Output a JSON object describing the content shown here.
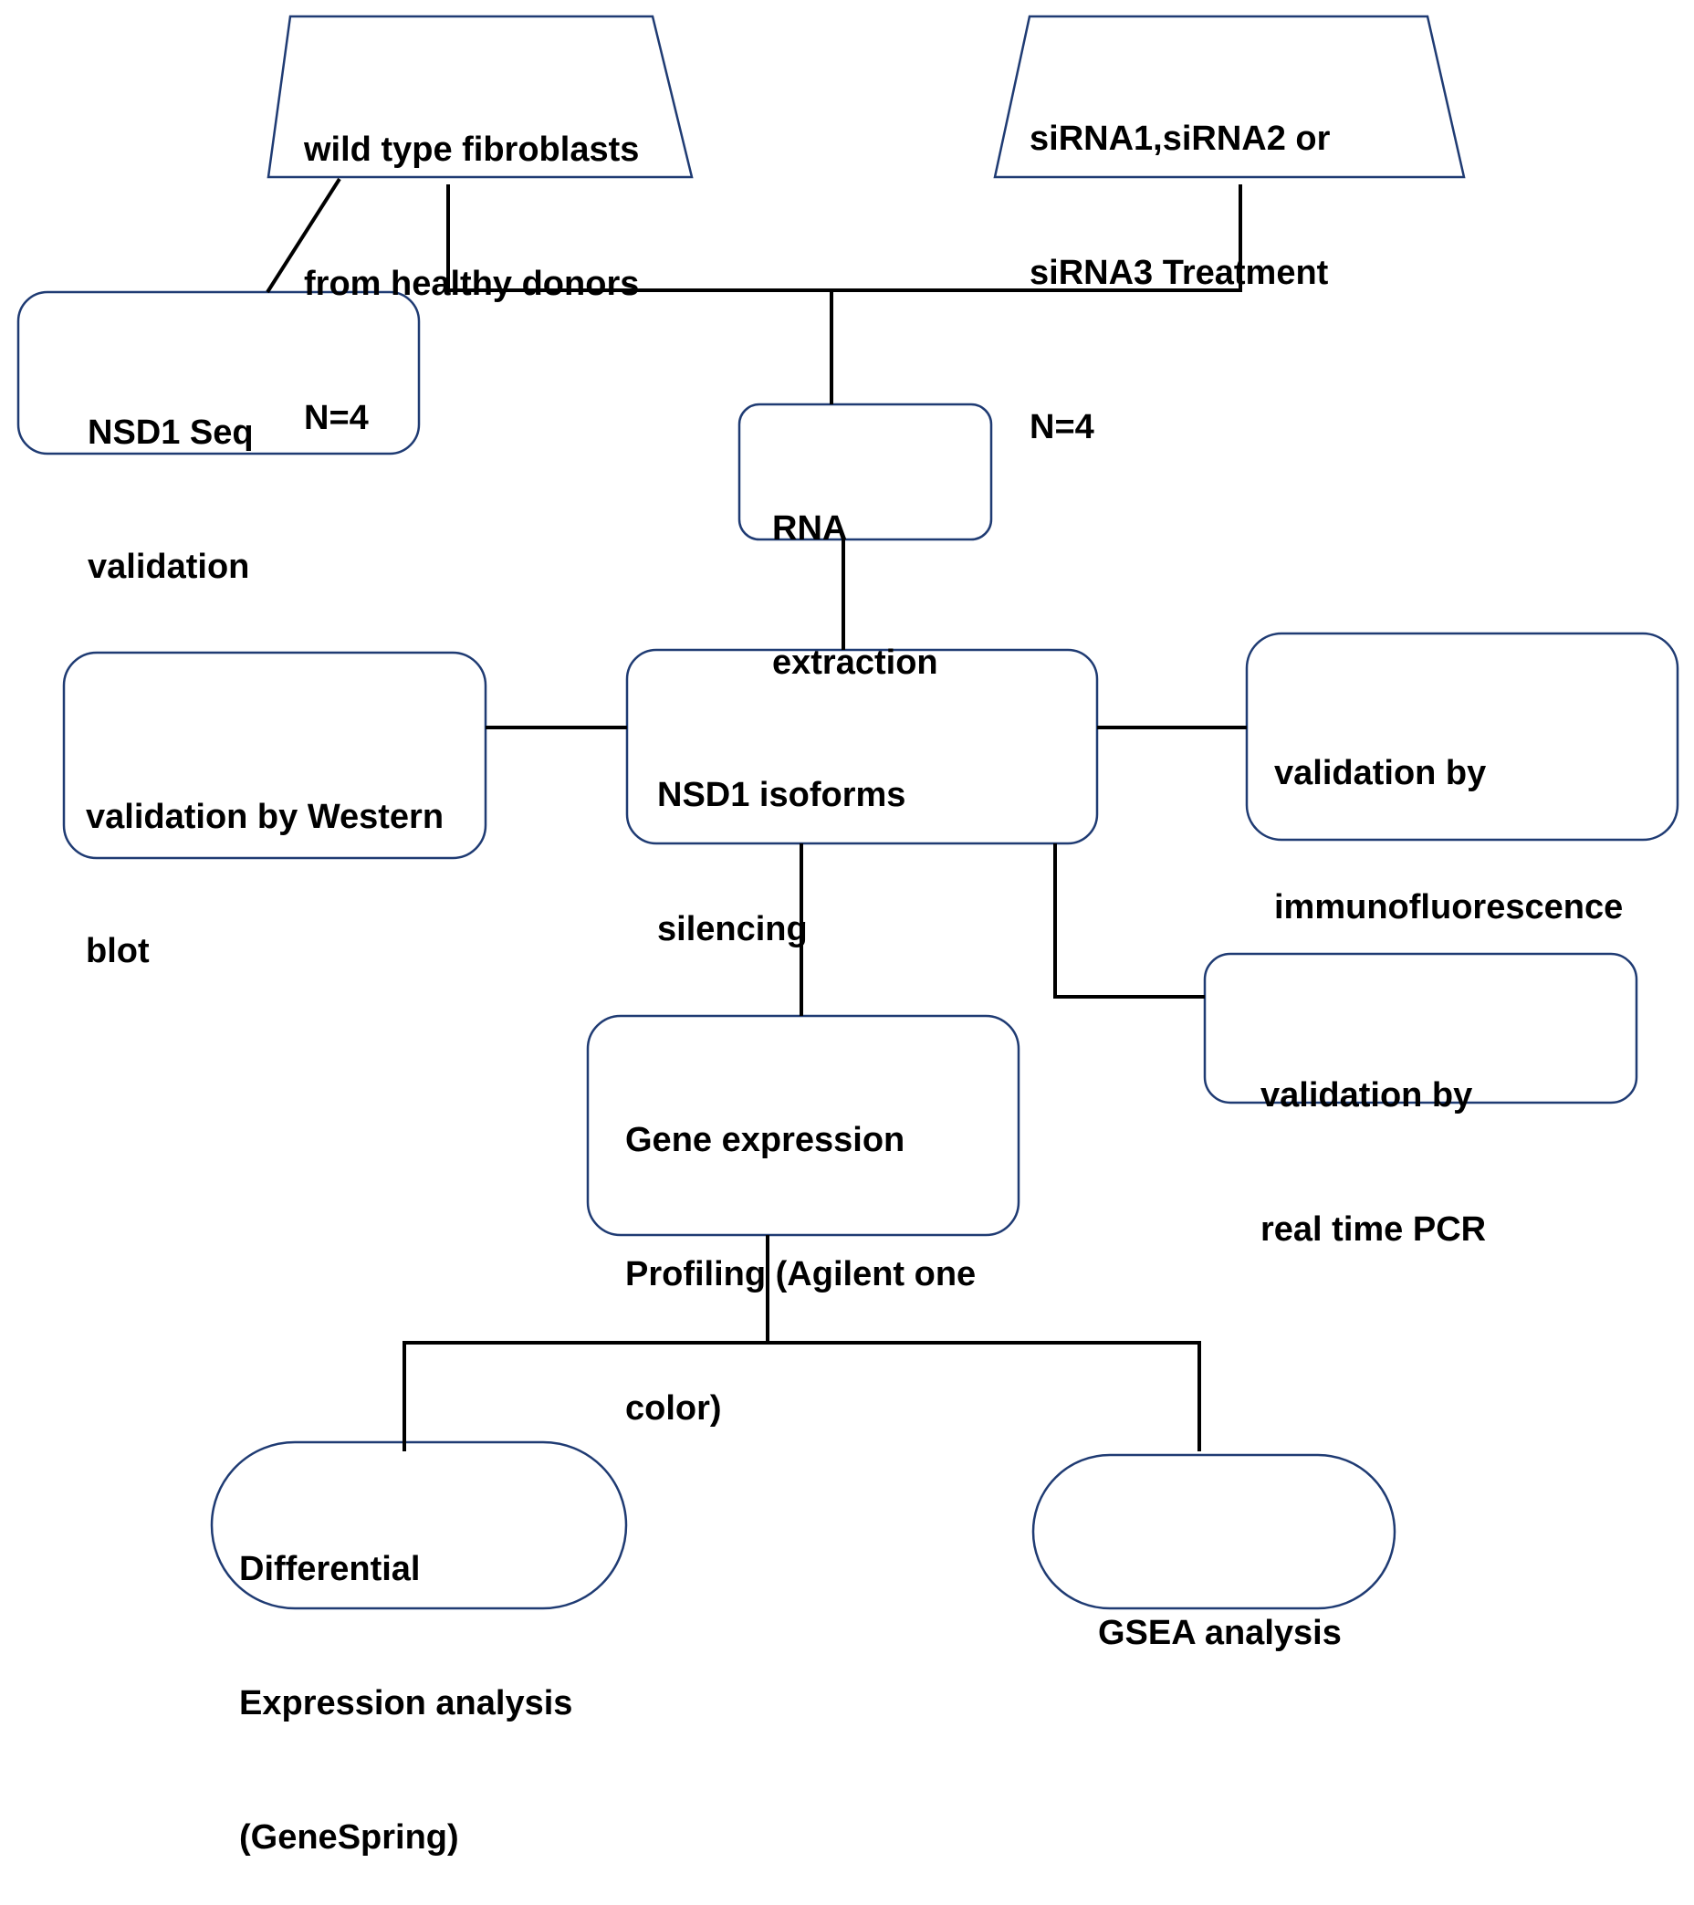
{
  "colors": {
    "node_border": "#1f3b73",
    "connector": "#000000",
    "background": "#ffffff",
    "text": "#000000"
  },
  "nodes": {
    "wild_type": {
      "lines": [
        "wild type fibroblasts",
        "from healthy donors",
        "N=4"
      ]
    },
    "sirna": {
      "lines": [
        "siRNA1,siRNA2 or",
        "siRNA3 Treatment",
        "N=4"
      ]
    },
    "nsd1_seq": {
      "lines": [
        "NSD1 Seq",
        "validation"
      ]
    },
    "rna_extraction": {
      "lines": [
        "RNA",
        "extraction"
      ]
    },
    "western": {
      "lines": [
        "validation by Western",
        "blot"
      ]
    },
    "silencing": {
      "lines": [
        "NSD1 isoforms",
        "silencing"
      ]
    },
    "immuno": {
      "lines": [
        "validation by",
        "immunofluorescence"
      ]
    },
    "pcr": {
      "lines": [
        "validation by",
        "real time PCR"
      ]
    },
    "profiling": {
      "lines": [
        "Gene expression",
        "Profiling (Agilent one",
        "color)"
      ]
    },
    "differential": {
      "lines": [
        "Differential",
        "Expression analysis",
        "(GeneSpring)"
      ]
    },
    "gsea": {
      "lines": [
        "GSEA analysis"
      ]
    }
  }
}
